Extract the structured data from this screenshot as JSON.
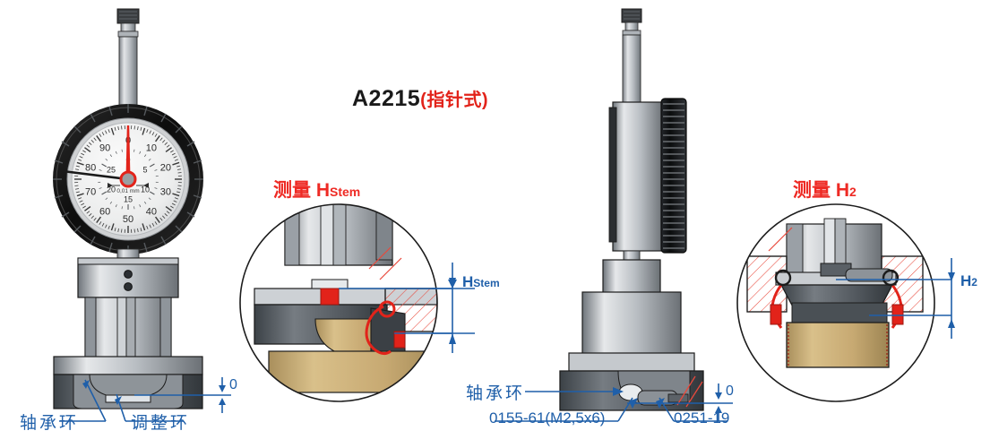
{
  "document": {
    "kind": "technical-assembly-diagram",
    "title_model": "A2215",
    "title_suffix": "（指针式）",
    "background_color": "#ffffff"
  },
  "colors": {
    "annotation_blue": "#1f5fa9",
    "label_red": "#ee2a24",
    "title_red": "#e2231a",
    "brass": "#c9ab72",
    "steel_light": "#d8dade",
    "steel_mid": "#9aa0a6",
    "steel_dark": "#4c5257",
    "hatch_red": "#e8493c",
    "outline": "#1c1c1c"
  },
  "title": {
    "model": "A2215",
    "paren_open": "(",
    "chinese": "指针式",
    "paren_close": ")"
  },
  "gauge_dial": {
    "unit_text": "0,01 mm",
    "outer_scale": [
      "0",
      "10",
      "20",
      "30",
      "40",
      "50",
      "60",
      "70",
      "80",
      "90"
    ],
    "inner_scale": [
      "0",
      "5",
      "10",
      "15",
      "20",
      "25"
    ],
    "outer_pointer_value": 82,
    "inner_pointer_value": 0,
    "bezel_color": "#141414",
    "face_color": "#efefef"
  },
  "left_view": {
    "name": "pointer-gauge-assembly-hstem",
    "detail_label": {
      "prefix": "测量 ",
      "symbol": "H",
      "subscript": "Stem"
    },
    "dimension_label": {
      "symbol": "H",
      "subscript": "Stem"
    },
    "zero_label": "0",
    "callouts": [
      {
        "id": "bearing-ring",
        "text": "轴承环"
      },
      {
        "id": "adjustment-ring",
        "text": "调整环"
      }
    ]
  },
  "right_view": {
    "name": "pointer-gauge-assembly-h2",
    "detail_label": {
      "prefix": "测量 ",
      "symbol": "H",
      "subscript": "2"
    },
    "dimension_label": {
      "symbol": "H",
      "subscript": "2"
    },
    "zero_label": "0",
    "callouts": [
      {
        "id": "bearing-ring",
        "text": "轴承环"
      },
      {
        "id": "screw-part",
        "text": "0155-61(M2,5x6)"
      },
      {
        "id": "ring-part",
        "text": "0251-19"
      }
    ]
  }
}
